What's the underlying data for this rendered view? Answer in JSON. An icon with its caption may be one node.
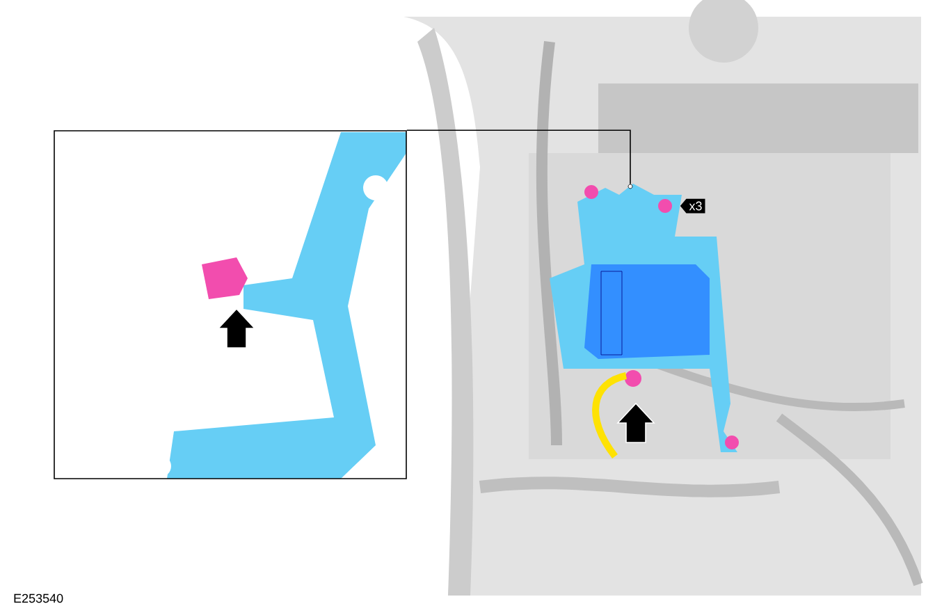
{
  "diagram": {
    "nodes": [
      {
        "text": [],
        "shape": "picture"
      },
      {
        "text": [],
        "shape": "circle"
      }
    ],
    "edges": [
      {
        "from": 0,
        "to": 1,
        "arrow": "none"
      }
    ],
    "labels": [
      "x3",
      "E253540"
    ]
  }
}
